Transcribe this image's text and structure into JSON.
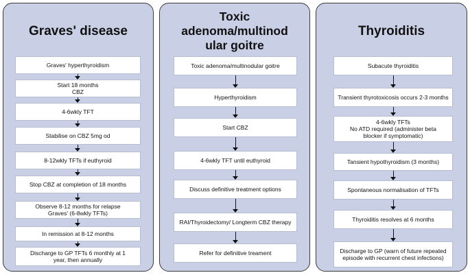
{
  "panels": [
    {
      "title": "Graves' disease",
      "steps": [
        "Graves' hyperthyroidism",
        "Start 18 months\nCBZ",
        "4-6wkly TFT",
        "Stabilise on CBZ 5mg od",
        "8-12wkly TFTs if euthyroid",
        "Stop CBZ at completion of 18 months",
        "Observe 8-12 months for relapse\nGraves' (6-8wkly TFTs)",
        "In remission at 8-12 months",
        "Discharge to GP TFTs 6 monthly at 1\nyear, then annually"
      ]
    },
    {
      "title": "Toxic\nadenoma/multinod\nular goitre",
      "steps": [
        "Toxic adenoma/multinodular goitre",
        "Hyperthyroidism",
        "Start CBZ",
        "4-6wkly TFT until euthyroid",
        "Discuss definitive treatment options",
        "RAI/Thyroidectomy/ Longterm CBZ therapy",
        "Refer for definitive treament"
      ]
    },
    {
      "title": "Thyroiditis",
      "steps": [
        "Subacute thyroiditis",
        "Transient thyrotoxicosis occurs 2-3 months",
        "4-6wkly TFTs\nNo ATD required (administer beta\nblocker if symptomatic)",
        "Tansient hypothyroidism (3 months)",
        "Spontaneous normalisation of TFTs",
        "Thyroiditis resolves at 6 months",
        "Discharge to GP (warn of future repeated\nepisode with recurrent chest infections)"
      ]
    }
  ],
  "colors": {
    "panel_bg": "#c9d0e5",
    "box_bg": "#ffffff",
    "border": "#3a3a3a"
  }
}
